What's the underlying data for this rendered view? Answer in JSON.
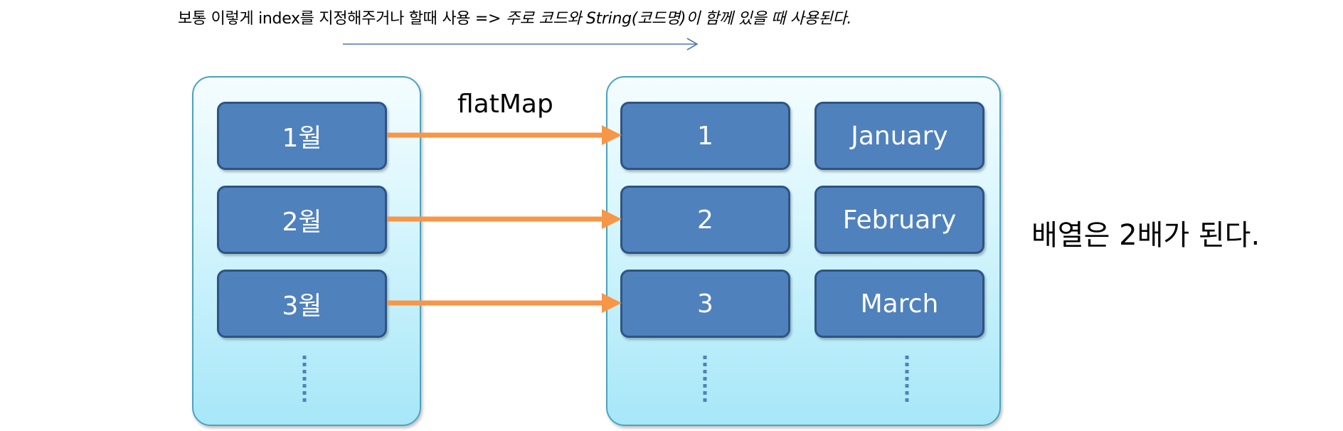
{
  "note": {
    "plain": "보통 이렇게 index를 지정해주거나 할때 사용 => ",
    "emphasis": "주로 코드와 String(코드명)이 함께 있을 때 사용된다."
  },
  "operation_label": "flatMap",
  "left_items": [
    "1월",
    "2월",
    "3월"
  ],
  "right_codes": [
    "1",
    "2",
    "3"
  ],
  "right_names": [
    "January",
    "February",
    "March"
  ],
  "result_note": "배열은 2배가 된다.",
  "colors": {
    "item_fill": "#4f81bd",
    "item_border": "#2e5484",
    "arrow": "#f79646",
    "top_arrow": "#4f7aa8",
    "bubble_border": "#4aa3c0",
    "ellipsis": "#4f81bd"
  }
}
